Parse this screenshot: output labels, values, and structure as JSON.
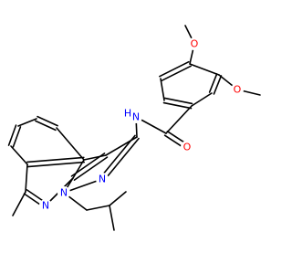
{
  "background": "#ffffff",
  "colors": {
    "bond": "#000000",
    "O": "#ff0000",
    "N": "#0000ff"
  },
  "labels": {
    "o_methoxy_top": "O",
    "o_methoxy_right": "O",
    "o_carbonyl": "O",
    "n_amide": "N",
    "h_amide": "H",
    "n_pyrazole_2": "N",
    "n_pyrazole_1": "N",
    "n_quinoline": "N"
  }
}
